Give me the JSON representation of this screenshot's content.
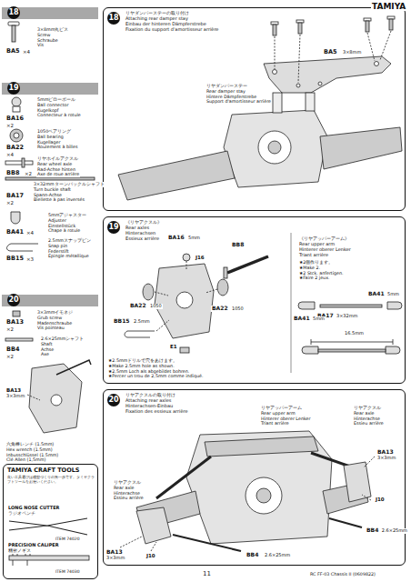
{
  "diagram": {
    "nodes": [
      {
        "text": [
          "18",
          "リヤダンパーステーの取り付け",
          "Attaching rear damper stay",
          "Einbau der hinteren Dämpferstrebe",
          "Fixation du support d'amortisseur arrière"
        ]
      },
      {
        "text": [
          "19",
          "《リヤアクスル》",
          "Rear axles",
          "Hinterachsen",
          "Essieux arrière"
        ]
      },
      {
        "text": [
          "20",
          "リヤアクスルの取り付け",
          "Attaching rear axles",
          "Hinterachsen-Einbau",
          "Fixation des essieux arrière"
        ]
      },
      {
        "text": [
          "TAMIYA CRAFT TOOLS",
          "良い工具選びは模型づくりの第一歩です。タミヤクラフトツールをお使いください。"
        ]
      }
    ],
    "labels": [
      "TAMIYA",
      "18",
      "3×8mm丸ビス",
      "Screw",
      "Schraube",
      "Vis",
      "BA5",
      "×4",
      "19",
      "5mmピローボール",
      "Ball connector",
      "Kugelkopf",
      "Connecteur à rotule",
      "BA16",
      "×2",
      "1050ベアリング",
      "Ball bearing",
      "Kugellager",
      "Roulement à billes",
      "BA22",
      "×4",
      "リヤホイルアクスル",
      "Rear wheel axle",
      "Rad-Achse hinten",
      "Axe de roue arrière",
      "BB8",
      "×2",
      "3×32mmターンバックルシャフト",
      "Turn buckle shaft",
      "Spann-Achse",
      "Biellette à pas inversés",
      "BA17",
      "×2",
      "5mmアジャスター",
      "Adjuster",
      "Einstellstück",
      "Chape à rotule",
      "BA41",
      "×4",
      "2.5mmスナップピン",
      "Snap pin",
      "Federstift",
      "Epingle métallique",
      "BB15",
      "×3",
      "20",
      "3×3mmイモネジ",
      "Grub screw",
      "Madenschraube",
      "Vis pointeau",
      "BA13",
      "×2",
      "2.6×25mmシャフト",
      "Shaft",
      "Achse",
      "Axe",
      "BB4",
      "×2",
      "BA13",
      "3×3mm",
      "六角棒レンチ (1.5mm)",
      "Hex wrench (1.5mm)",
      "Inbusschlüssel (1.5mm)",
      "Clé Allen (1,5mm)",
      "LONG NOSE CUTTER",
      "ラジオペンチ",
      "ITEM 74020",
      "PRECISION CALIPER",
      "精密ノギス",
      "ITEM 74030",
      "BA5",
      "3×8mm",
      "リヤダンパーステー",
      "Rear damper stay",
      "Hintere Dämpferstrebe",
      "Support d'amortisseur arrière",
      "BA16",
      "5mm",
      "BB8",
      "J16",
      "BA22",
      "1050",
      "BA22",
      "1050",
      "BB15",
      "2.5mm",
      "E1",
      "★2.5mmドリルで穴をあけます。",
      "★Make 2.5mm hole as shown.",
      "★2,5mm Loch als abgebildet bohren.",
      "★Percer un trou de 2,5mm comme indiqué.",
      "《リヤアッパーアーム》",
      "Rear upper arm",
      "Hinterer oberer Lenker",
      "Triant arrière",
      "★2個作ります。",
      "★Make 2.",
      "★2 Stck. anfertigen.",
      "★Faire 2 jeux.",
      "BA41",
      "5mm",
      "BA17",
      "3×32mm",
      "BA41",
      "5mm",
      "16.5mm",
      "リヤアッパーアーム",
      "Rear upper arm",
      "Hinterer oberer Lenker",
      "Triant arrière",
      "リヤアクスル",
      "Rear axle",
      "Hinterachse",
      "Essieu arrière",
      "BA13",
      "3×3mm",
      "J10",
      "BB4",
      "2.6×25mm",
      "リヤアクスル",
      "Rear axle",
      "Hinterachse",
      "Essieu arrière",
      "BA13",
      "3×3mm",
      "J10",
      "BB4",
      "2.6×25mm",
      "11",
      "RC FF-03 Chassis II (0609822)"
    ]
  }
}
